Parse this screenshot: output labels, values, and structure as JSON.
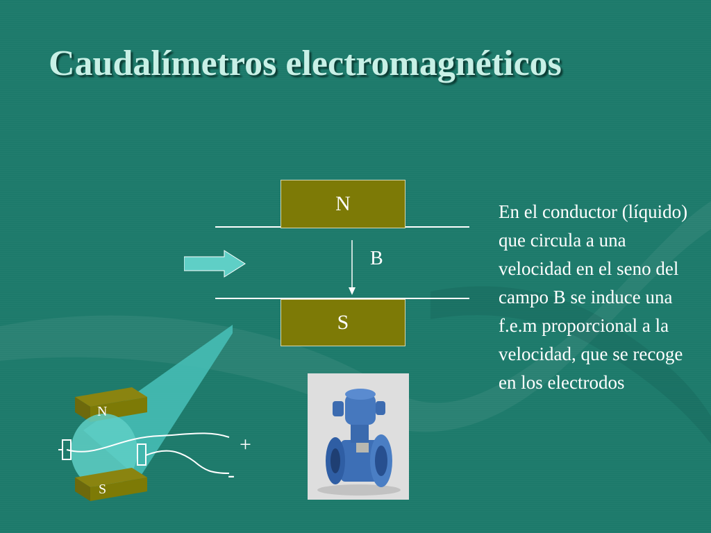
{
  "slide": {
    "title": "Caudalímetros electromagnéticos"
  },
  "diagram": {
    "magnet_north_label": "N",
    "magnet_south_label": "S",
    "field_label": "B"
  },
  "description": "En el conductor (líquido) que circula a una velocidad en el seno del campo B se induce una f.e.m proporcional a la velocidad, que se recoge en los electrodos",
  "mini_diagram": {
    "north_label": "N",
    "south_label": "S",
    "positive_label": "+",
    "negative_label": "-"
  },
  "colors": {
    "background": "#1d7a6b",
    "title": "#c8f0e6",
    "magnet": "#7d7a06",
    "flow_arrow": "#5fcfc6",
    "meter_body": "#3d6fb6"
  }
}
